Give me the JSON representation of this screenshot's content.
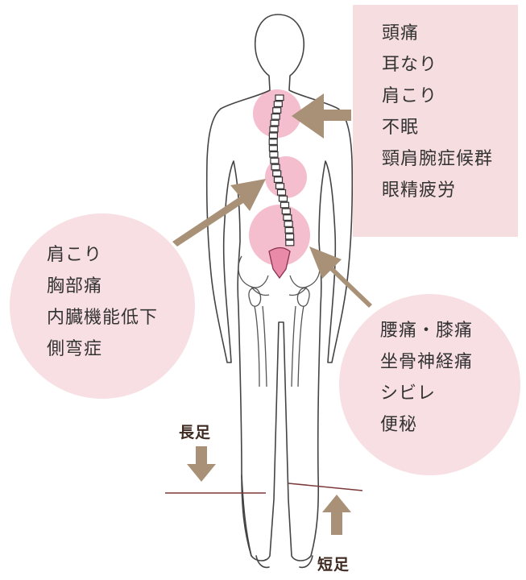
{
  "upper_symptoms": {
    "items": [
      "頭痛",
      "耳なり",
      "肩こり",
      "不眠",
      "頸肩腕症候群",
      "眼精疲労"
    ]
  },
  "left_symptoms": {
    "items": [
      "肩こり",
      "胸部痛",
      "内臓機能低下",
      "側弯症"
    ]
  },
  "right_symptoms": {
    "items": [
      "腰痛・膝痛",
      "坐骨神経痛",
      "シビレ",
      "便秘"
    ]
  },
  "legs": {
    "long_label": "長足",
    "short_label": "短足"
  },
  "colors": {
    "box_fill": "#f6dde0",
    "circle_fill": "#f8dfe3",
    "highlight": "#f0a8bf",
    "arrow": "#a89176",
    "outline": "#444444",
    "floor_line": "#7a3a3a"
  }
}
